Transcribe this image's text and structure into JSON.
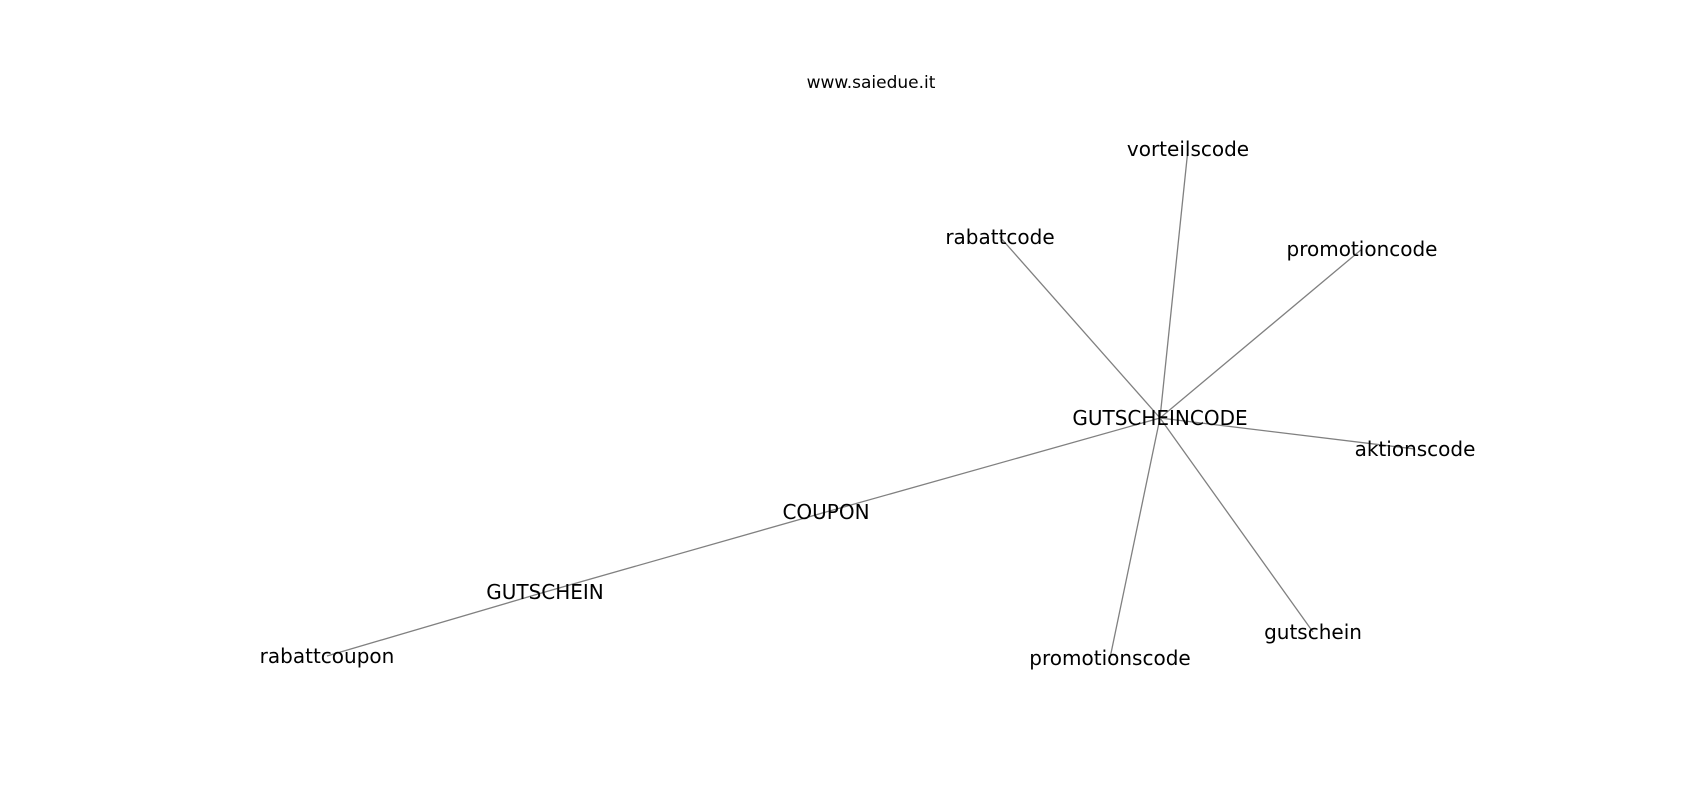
{
  "header": {
    "site": "www.saiedue.it"
  },
  "graph": {
    "edge_color": "#808080",
    "text_color": "#000000",
    "nodes": [
      {
        "id": "gutscheincode",
        "label": "GUTSCHEINCODE"
      },
      {
        "id": "vorteilscode",
        "label": "vorteilscode"
      },
      {
        "id": "rabattcode",
        "label": "rabattcode"
      },
      {
        "id": "promotioncode",
        "label": "promotioncode"
      },
      {
        "id": "aktionscode",
        "label": "aktionscode"
      },
      {
        "id": "gutschein",
        "label": "gutschein"
      },
      {
        "id": "promotionscode",
        "label": "promotionscode"
      },
      {
        "id": "coupon",
        "label": "COUPON"
      },
      {
        "id": "gutschein-upper",
        "label": "GUTSCHEIN"
      },
      {
        "id": "rabattcoupon",
        "label": "rabattcoupon"
      }
    ],
    "edges": [
      [
        "gutscheincode",
        "vorteilscode"
      ],
      [
        "gutscheincode",
        "rabattcode"
      ],
      [
        "gutscheincode",
        "promotioncode"
      ],
      [
        "gutscheincode",
        "aktionscode"
      ],
      [
        "gutscheincode",
        "gutschein"
      ],
      [
        "gutscheincode",
        "promotionscode"
      ],
      [
        "gutscheincode",
        "coupon"
      ],
      [
        "coupon",
        "gutschein-upper"
      ],
      [
        "gutschein-upper",
        "rabattcoupon"
      ]
    ]
  }
}
